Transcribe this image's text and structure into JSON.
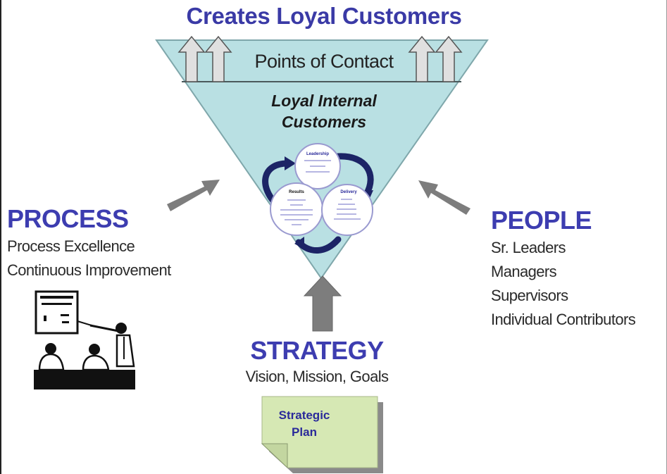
{
  "title": "Creates Loyal Customers",
  "funnel": {
    "top_band_label": "Points of Contact",
    "center_label_line1": "Loyal Internal",
    "center_label_line2": "Customers",
    "cycle_circles": [
      {
        "header": "Leadership"
      },
      {
        "header": "Results"
      },
      {
        "header": "Delivery"
      }
    ]
  },
  "process": {
    "heading": "PROCESS",
    "lines": [
      "Process Excellence",
      "Continuous Improvement"
    ]
  },
  "people": {
    "heading": "PEOPLE",
    "lines": [
      "Sr. Leaders",
      "Managers",
      "Supervisors",
      "Individual Contributors"
    ]
  },
  "strategy": {
    "heading": "STRATEGY",
    "subtitle": "Vision, Mission, Goals",
    "note_line1": "Strategic",
    "note_line2": "Plan"
  },
  "colors": {
    "heading_blue": "#3d3db0",
    "funnel_fill": "#b9e0e3",
    "arrow_gray": "#7d7d7d",
    "note_green": "#d6e8b4",
    "cycle_navy": "#1c2466"
  }
}
